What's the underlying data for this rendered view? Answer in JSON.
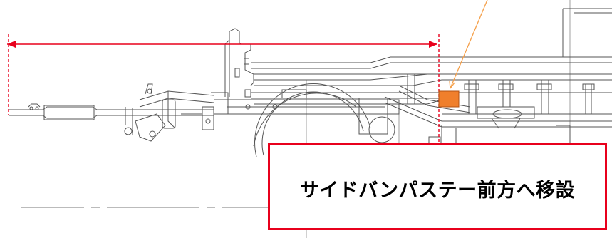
{
  "diagram": {
    "callout_text": "サイドバンパステー前方へ移設",
    "colors": {
      "line": "#666666",
      "dimension": "#e8001c",
      "leader": "#f5a04a",
      "part_fill": "#f07f2b",
      "part_stroke": "#b25010"
    },
    "elements": [
      "chassis-drawing",
      "drawbar",
      "dimension-arrow",
      "leader-line",
      "side-bumper-stay",
      "callout-box"
    ]
  }
}
